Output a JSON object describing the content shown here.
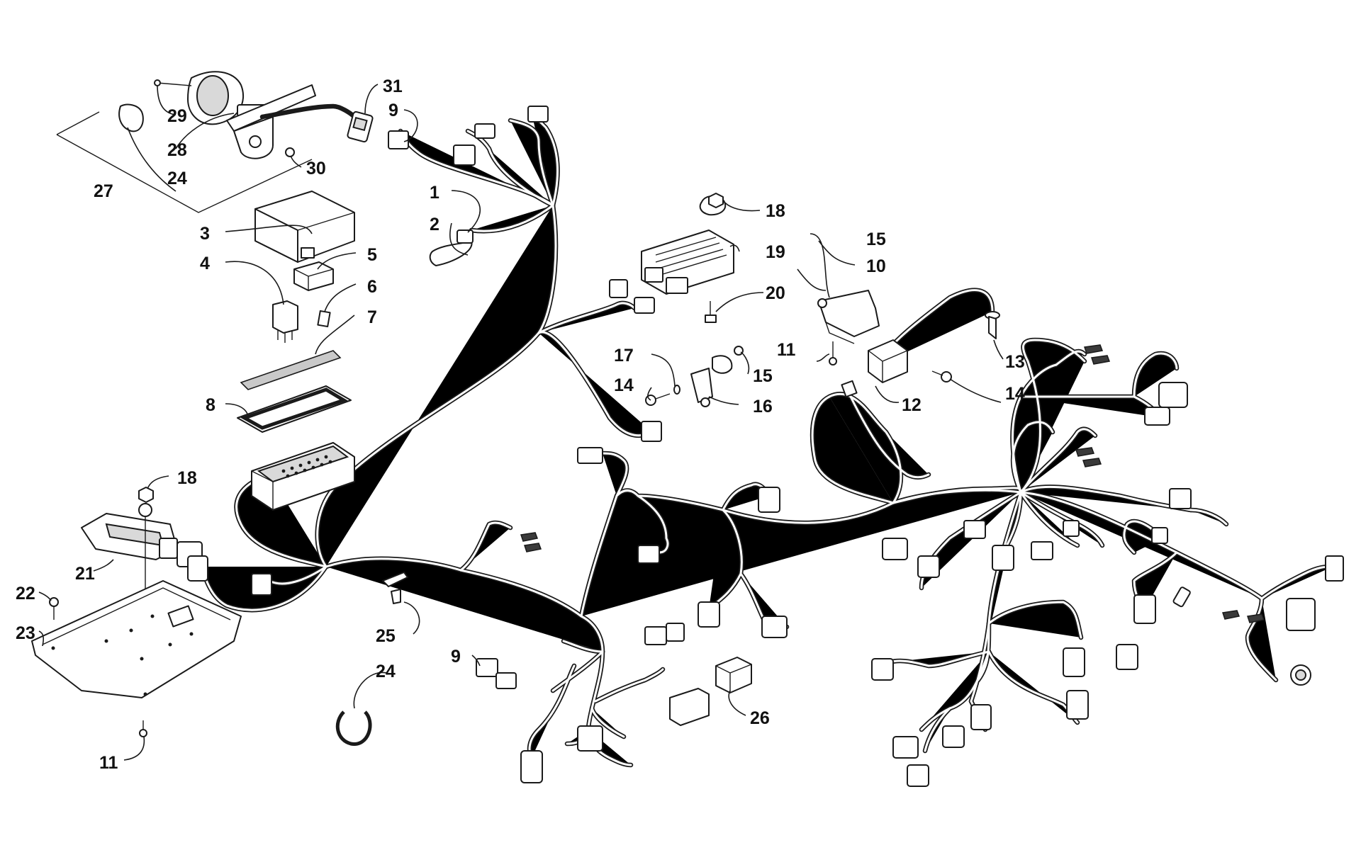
{
  "callouts": [
    {
      "id": "c1",
      "label": "1"
    },
    {
      "id": "c2",
      "label": "2"
    },
    {
      "id": "c3",
      "label": "3"
    },
    {
      "id": "c4",
      "label": "4"
    },
    {
      "id": "c5",
      "label": "5"
    },
    {
      "id": "c6",
      "label": "6"
    },
    {
      "id": "c7",
      "label": "7"
    },
    {
      "id": "c8",
      "label": "8"
    },
    {
      "id": "c9a",
      "label": "9"
    },
    {
      "id": "c9b",
      "label": "9"
    },
    {
      "id": "c10",
      "label": "10"
    },
    {
      "id": "c11a",
      "label": "11"
    },
    {
      "id": "c11b",
      "label": "11"
    },
    {
      "id": "c12",
      "label": "12"
    },
    {
      "id": "c13",
      "label": "13"
    },
    {
      "id": "c14a",
      "label": "14"
    },
    {
      "id": "c14b",
      "label": "14"
    },
    {
      "id": "c15a",
      "label": "15"
    },
    {
      "id": "c15b",
      "label": "15"
    },
    {
      "id": "c16",
      "label": "16"
    },
    {
      "id": "c17",
      "label": "17"
    },
    {
      "id": "c18a",
      "label": "18"
    },
    {
      "id": "c18b",
      "label": "18"
    },
    {
      "id": "c19",
      "label": "19"
    },
    {
      "id": "c20",
      "label": "20"
    },
    {
      "id": "c21",
      "label": "21"
    },
    {
      "id": "c22",
      "label": "22"
    },
    {
      "id": "c23",
      "label": "23"
    },
    {
      "id": "c24a",
      "label": "24"
    },
    {
      "id": "c24b",
      "label": "24"
    },
    {
      "id": "c25",
      "label": "25"
    },
    {
      "id": "c26",
      "label": "26"
    },
    {
      "id": "c27",
      "label": "27"
    },
    {
      "id": "c28",
      "label": "28"
    },
    {
      "id": "c29",
      "label": "29"
    },
    {
      "id": "c30",
      "label": "30"
    },
    {
      "id": "c31",
      "label": "31"
    }
  ]
}
